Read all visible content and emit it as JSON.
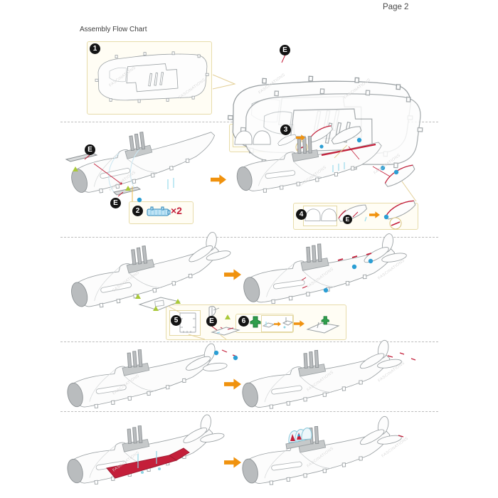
{
  "page": {
    "page_label": "Page 2",
    "title": "Assembly Flow Chart"
  },
  "badges": {
    "e": "E",
    "steps": [
      "1",
      "2",
      "3",
      "4",
      "5",
      "6"
    ]
  },
  "callouts": {
    "step2_quantity": "×2"
  },
  "watermark": {
    "text": "FASCINATIONS"
  },
  "colors": {
    "accent_orange": "#f0920e",
    "crimson_highlight": "#c41f3a",
    "blue_marker": "#2b9ed4",
    "cyan_marker": "#8ed4e4",
    "lime_marker": "#a9c938",
    "seat_green": "#2f9e4c",
    "box_border": "#e7dcaa",
    "box_background": "#fffdf4",
    "line_gray": "#9aa0a3",
    "metal_gray": "#b9bcbe",
    "watermark_gray": "#d9d9d9",
    "separator_gray": "#bdbdbd",
    "text_gray": "#4a4a4a"
  }
}
